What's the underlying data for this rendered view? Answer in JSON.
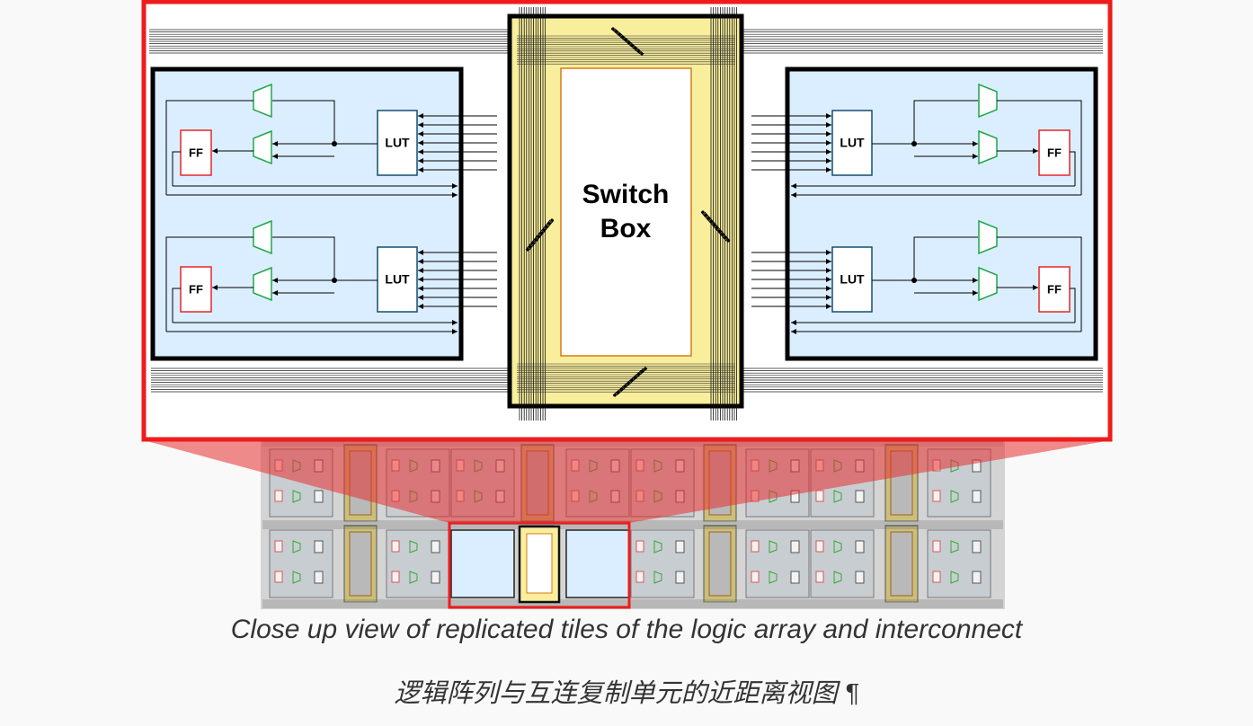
{
  "diagram": {
    "labels": {
      "lut": "LUT",
      "ff": "FF",
      "switch_box_line1": "Switch",
      "switch_box_line2": "Box"
    },
    "colors": {
      "highlight_red": "#ee1c1c",
      "clb_fill": "#dbeeff",
      "switch_fill": "#f8ee9c",
      "ff_border": "#e8252b",
      "mux_stroke": "#1fa64a",
      "lut_border": "#124d70",
      "switch_inner_border": "#d97a1a",
      "array_gray": "#a9a9a9"
    },
    "icons": [
      "mux-icon",
      "arrow-icon",
      "zoom-highlight-frame"
    ]
  },
  "caption": {
    "en": "Close up view of replicated tiles of the logic array and interconnect",
    "zh": "逻辑阵列与互连复制单元的近距离视图 ¶"
  }
}
